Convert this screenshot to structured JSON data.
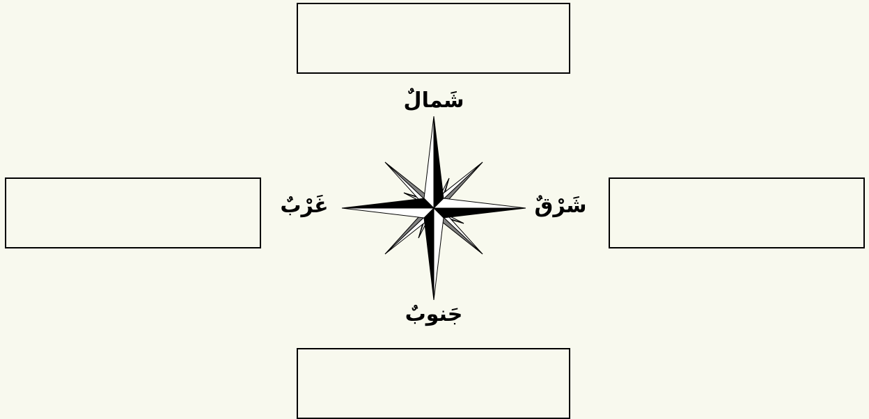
{
  "labels": {
    "north": "شَمالٌ",
    "south": "جَنوبٌ",
    "east": "شَرْقٌ",
    "west": "غَرْبٌ"
  },
  "answer_boxes": {
    "north": "",
    "south": "",
    "east": "",
    "west": ""
  },
  "colors": {
    "background": "#f8f9ee",
    "ink": "#000000",
    "point_dark": "#000000",
    "point_mid": "#808080",
    "point_light": "#c8c8c8",
    "point_white": "#ffffff"
  }
}
